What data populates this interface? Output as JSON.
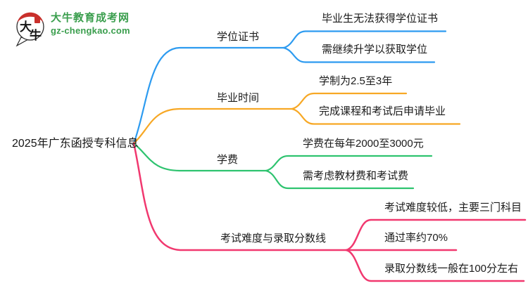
{
  "logo": {
    "icon_char_top": "大",
    "icon_char_bottom": "牛",
    "title": "大牛教育成考网",
    "subtitle": "gz-chengkao.com",
    "green": "#3A9E4D",
    "red": "#C9302C",
    "ink": "#222222"
  },
  "mindmap": {
    "root": {
      "label": "2025年广东函授专科信息"
    },
    "branches": [
      {
        "label": "学位证书",
        "color": "#2D9BF0",
        "children": [
          "毕业生无法获得学位证书",
          "需继续升学以获取学位"
        ]
      },
      {
        "label": "毕业时间",
        "color": "#F7A825",
        "children": [
          "学制为2.5至3年",
          "完成课程和考试后申请毕业"
        ]
      },
      {
        "label": "学费",
        "color": "#2EC36F",
        "children": [
          "学费在每年2000至3000元",
          "需考虑教材费和考试费"
        ]
      },
      {
        "label": "考试难度与录取分数线",
        "color": "#F1386F",
        "children": [
          "考试难度较低，主要三门科目",
          "通过率约70%",
          "录取分数线一般在100分左右"
        ]
      }
    ]
  }
}
